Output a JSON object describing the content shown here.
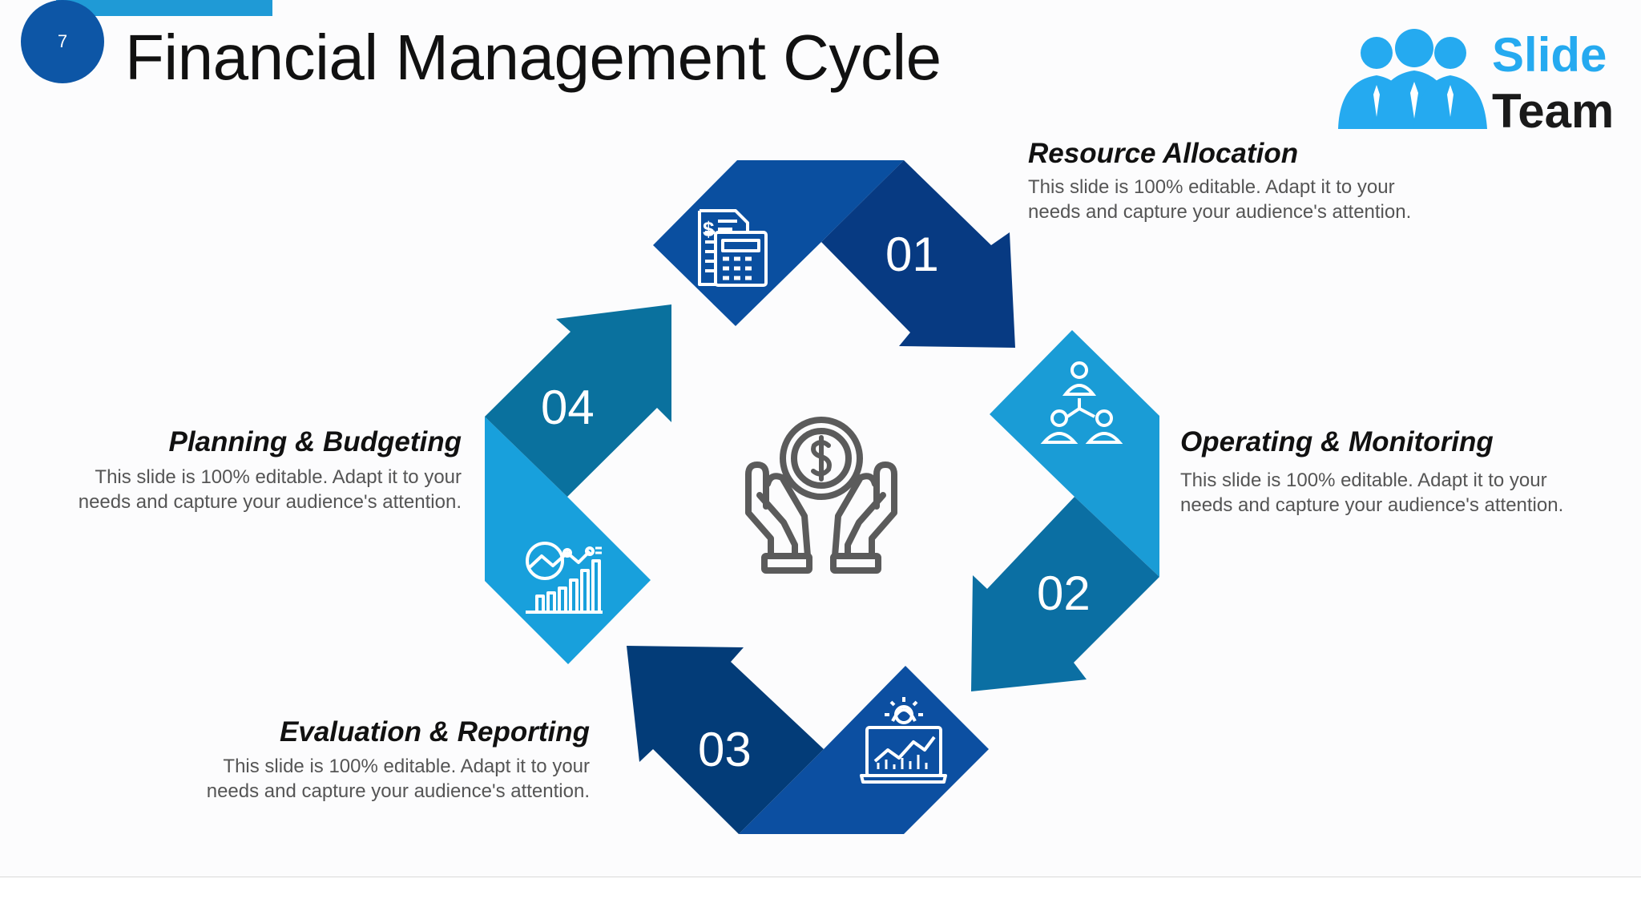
{
  "slide": {
    "number": "7",
    "title": "Financial Management Cycle"
  },
  "logo": {
    "line1": "Slide",
    "line2": "Team"
  },
  "steps": [
    {
      "number": "01",
      "heading": "Resource Allocation",
      "description": "This slide is 100% editable. Adapt it to your needs and capture your audience's attention.",
      "icon": "calculator-invoice-icon",
      "color": "#083f8c"
    },
    {
      "number": "02",
      "heading": "Operating & Monitoring",
      "description": "This slide is 100% editable. Adapt it to your needs and capture your audience's attention.",
      "icon": "team-hierarchy-icon",
      "color": "#0a7bb3"
    },
    {
      "number": "03",
      "heading": "Evaluation & Reporting",
      "description": "This slide is 100% editable. Adapt it to your needs and capture your audience's attention.",
      "icon": "laptop-chart-icon",
      "color": "#033e7c"
    },
    {
      "number": "04",
      "heading": "Planning & Budgeting",
      "description": "This slide is 100% editable. Adapt it to your needs and capture your audience's attention.",
      "icon": "analytics-chart-icon",
      "color": "#0b77a5"
    }
  ],
  "center_icon": "hands-holding-coin-icon",
  "colors": {
    "accent": "#1f9ad6",
    "badge": "#0d56a6"
  }
}
